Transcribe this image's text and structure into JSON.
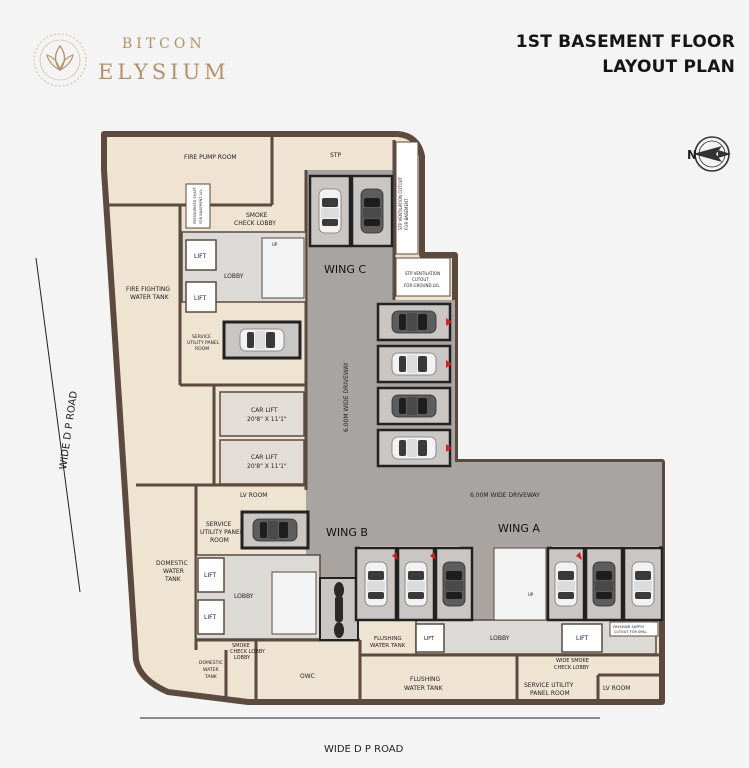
{
  "brand": {
    "line1": "BITCON",
    "line2": "ELYSIUM"
  },
  "title": {
    "line1": "1ST BASEMENT FLOOR",
    "line2": "LAYOUT PLAN"
  },
  "compass": {
    "letter": "N"
  },
  "roads": {
    "west": "WIDE D P ROAD",
    "south": "WIDE D P ROAD"
  },
  "rooms": {
    "fire_pump_room": "FIRE PUMP ROOM",
    "stp": "STP",
    "stp_ventilation_line1": "STP VENTILATION CUTOUT",
    "stp_ventilation_line2": "FOR BASEMENT",
    "stp_vent_ground_line1": "STP VENTILATION",
    "stp_vent_ground_line2": "CUTOUT",
    "stp_vent_ground_line3": "FOR GROUND LVL",
    "pressurised_shaft_line1": "PRESSURISED SHAFT",
    "pressurised_shaft_line2": "FOR BASEMENT LVL",
    "smoke_check_lobby_line1": "SMOKE",
    "smoke_check_lobby_line2": "CHECK LOBBY",
    "lift": "LIFT",
    "lobby": "LOBBY",
    "fire_fighting_line1": "FIRE FIGHTING",
    "fire_fighting_line2": "WATER TANK",
    "service_utility_line1": "SERVICE",
    "service_utility_line2": "UTILITY PANEL",
    "service_utility_line3": "ROOM",
    "car_lift": "CAR LIFT",
    "car_lift_size": "20'8\" X 11'1\"",
    "lv_room": "LV ROOM",
    "domestic_line1": "DOMESTIC",
    "domestic_line2": "WATER",
    "domestic_line3": "TANK",
    "owc": "OWC",
    "flushing_line1": "FLUSHING",
    "flushing_line2": "WATER TANK",
    "wide_smoke_line1": "WIDE SMOKE",
    "wide_smoke_line2": "CHECK LOBBY",
    "service_utility_a_line1": "SERVICE UTILITY",
    "service_utility_a_line2": "PANEL ROOM",
    "fresh_air_line1": "FRESHAIR SUPPLY",
    "fresh_air_line2": "CUTOUT FOR SPAL",
    "up": "UP"
  },
  "wings": {
    "c": "WING C",
    "b": "WING B",
    "a": "WING A"
  },
  "driveway": {
    "vertical": "6.00M WIDE DRIVEWAY",
    "horizontal": "6.00M WIDE DRIVEWAY"
  },
  "colors": {
    "wall": "#5c4a3e",
    "marble": "#efe3d2",
    "driveway": "#a8a4a2",
    "parking": "#c9c6c3",
    "lobby": "#dcdad7",
    "brand": "#b3926a",
    "arrow": "#d22020"
  }
}
